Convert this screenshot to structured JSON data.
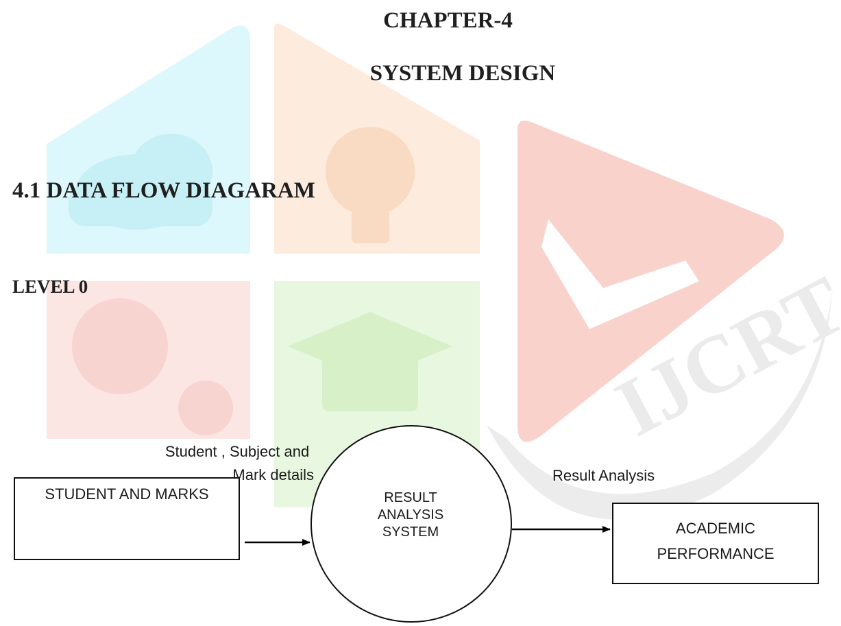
{
  "heading": {
    "chapter": "CHAPTER-4",
    "title": "SYSTEM DESIGN",
    "section": "4.1 DATA FLOW DIAGARAM",
    "level": "LEVEL 0"
  },
  "watermark": {
    "text": "IJCRT",
    "colors": {
      "cyan": "#d9f7fb",
      "orange": "#fde9db",
      "pink": "#fbe2e0",
      "green": "#e6f6dd",
      "red": "#f9d0cb",
      "gray": "#eaeaea"
    }
  },
  "diagram": {
    "source": {
      "label": "STUDENT AND MARKS"
    },
    "input_flow": {
      "label_line1": "Student , Subject and",
      "label_line2": "Mark details"
    },
    "process": {
      "line1": "RESULT",
      "line2": "ANALYSIS",
      "line3": "SYSTEM"
    },
    "output_flow": {
      "label": "Result Analysis"
    },
    "sink": {
      "line1": "ACADEMIC",
      "line2": "PERFORMANCE"
    }
  }
}
